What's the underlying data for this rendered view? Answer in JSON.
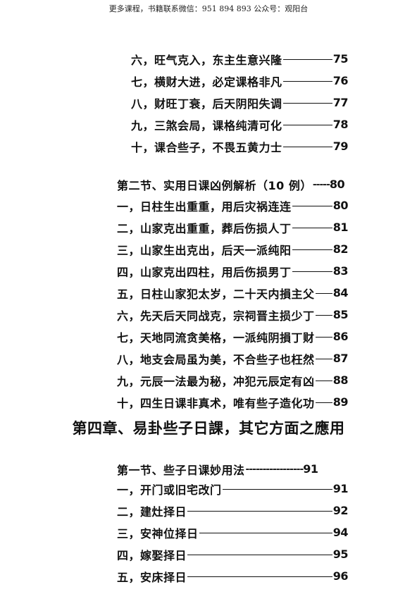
{
  "header": {
    "text": "更多课程，书籍联系微信：951  894  893    公众号：观阳台"
  },
  "group1": [
    {
      "label": "六，旺气克入，东主生意兴隆",
      "page": "75"
    },
    {
      "label": "七，横财大进，必定课格非凡",
      "page": "76"
    },
    {
      "label": "八，财旺丁衰，后天阴阳失调",
      "page": "77"
    },
    {
      "label": "九，三煞会局，课格纯清可化",
      "page": "78"
    },
    {
      "label": "十，课合些子，不畏五黄力士",
      "page": "79"
    }
  ],
  "section2": {
    "label": "第二节、实用日课凶例解析（10 例）",
    "dashes": "-----",
    "page": "80"
  },
  "group2": [
    {
      "label": "一，日柱生出重重，用后灾祸连连",
      "page": "80"
    },
    {
      "label": "二，山家克出重重，葬后伤损人丁",
      "page": "81"
    },
    {
      "label": "三，山家生出克出，后天一派纯阳",
      "page": "82"
    },
    {
      "label": "四，山家克出四柱，用后伤损男丁",
      "page": "83"
    },
    {
      "label": "五，日柱山家犯太岁，二十天内損主父",
      "page": "84"
    },
    {
      "label": "六，先天后天同战克，宗祠晋主损少丁",
      "page": "85"
    },
    {
      "label": "七，天地同流贪美格，一派纯阴損丁财",
      "page": "86"
    },
    {
      "label": "八，地支会局虽为美，不合些子也枉然",
      "page": "87"
    },
    {
      "label": "九，元辰一法最为秘，冲犯元辰定有凶",
      "page": "88"
    },
    {
      "label": "十，四生日课非真术，唯有些子造化功",
      "page": "89"
    }
  ],
  "chapter4": {
    "title": "第四章、易卦些子日課，其它方面之應用"
  },
  "section1": {
    "label": "第一节、些子日课妙用法",
    "dashes": "-----------------",
    "page": "91"
  },
  "group3": [
    {
      "label": "一，开门或旧宅改门",
      "page": "91"
    },
    {
      "label": "二，建灶择日",
      "page": "92"
    },
    {
      "label": "三，安神位择日",
      "page": "94"
    },
    {
      "label": "四，嫁娶择日",
      "page": "95"
    },
    {
      "label": "五，安床择日",
      "page": "96"
    }
  ]
}
